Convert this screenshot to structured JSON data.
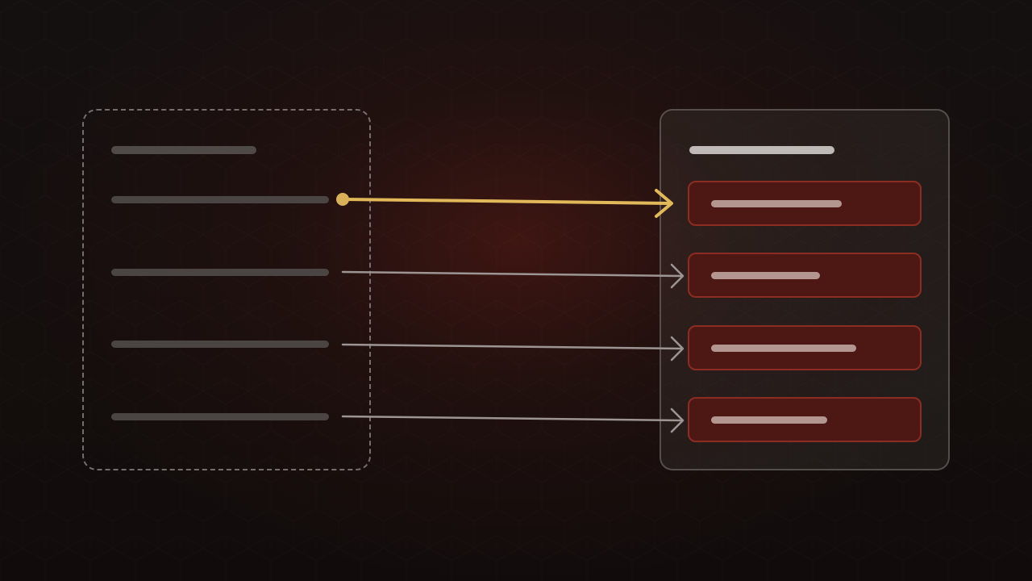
{
  "diagram": {
    "source_panel": {
      "border_style": "dashed",
      "placeholder_rows": 4
    },
    "target_panel": {
      "border_style": "solid",
      "field_fill_color": "#4d1813",
      "field_border_color": "#8b2d22"
    },
    "mappings": [
      {
        "from": "source-row-1",
        "to": "target-field-1",
        "highlighted": true,
        "color": "#e2b95a"
      },
      {
        "from": "source-row-2",
        "to": "target-field-2",
        "highlighted": false,
        "color": "#9d9593"
      },
      {
        "from": "source-row-3",
        "to": "target-field-3",
        "highlighted": false,
        "color": "#9d9593"
      },
      {
        "from": "source-row-4",
        "to": "target-field-4",
        "highlighted": false,
        "color": "#9d9593"
      }
    ],
    "colors": {
      "background": "#120d0c",
      "glow": "#581a14",
      "highlight": "#e2b95a"
    }
  }
}
